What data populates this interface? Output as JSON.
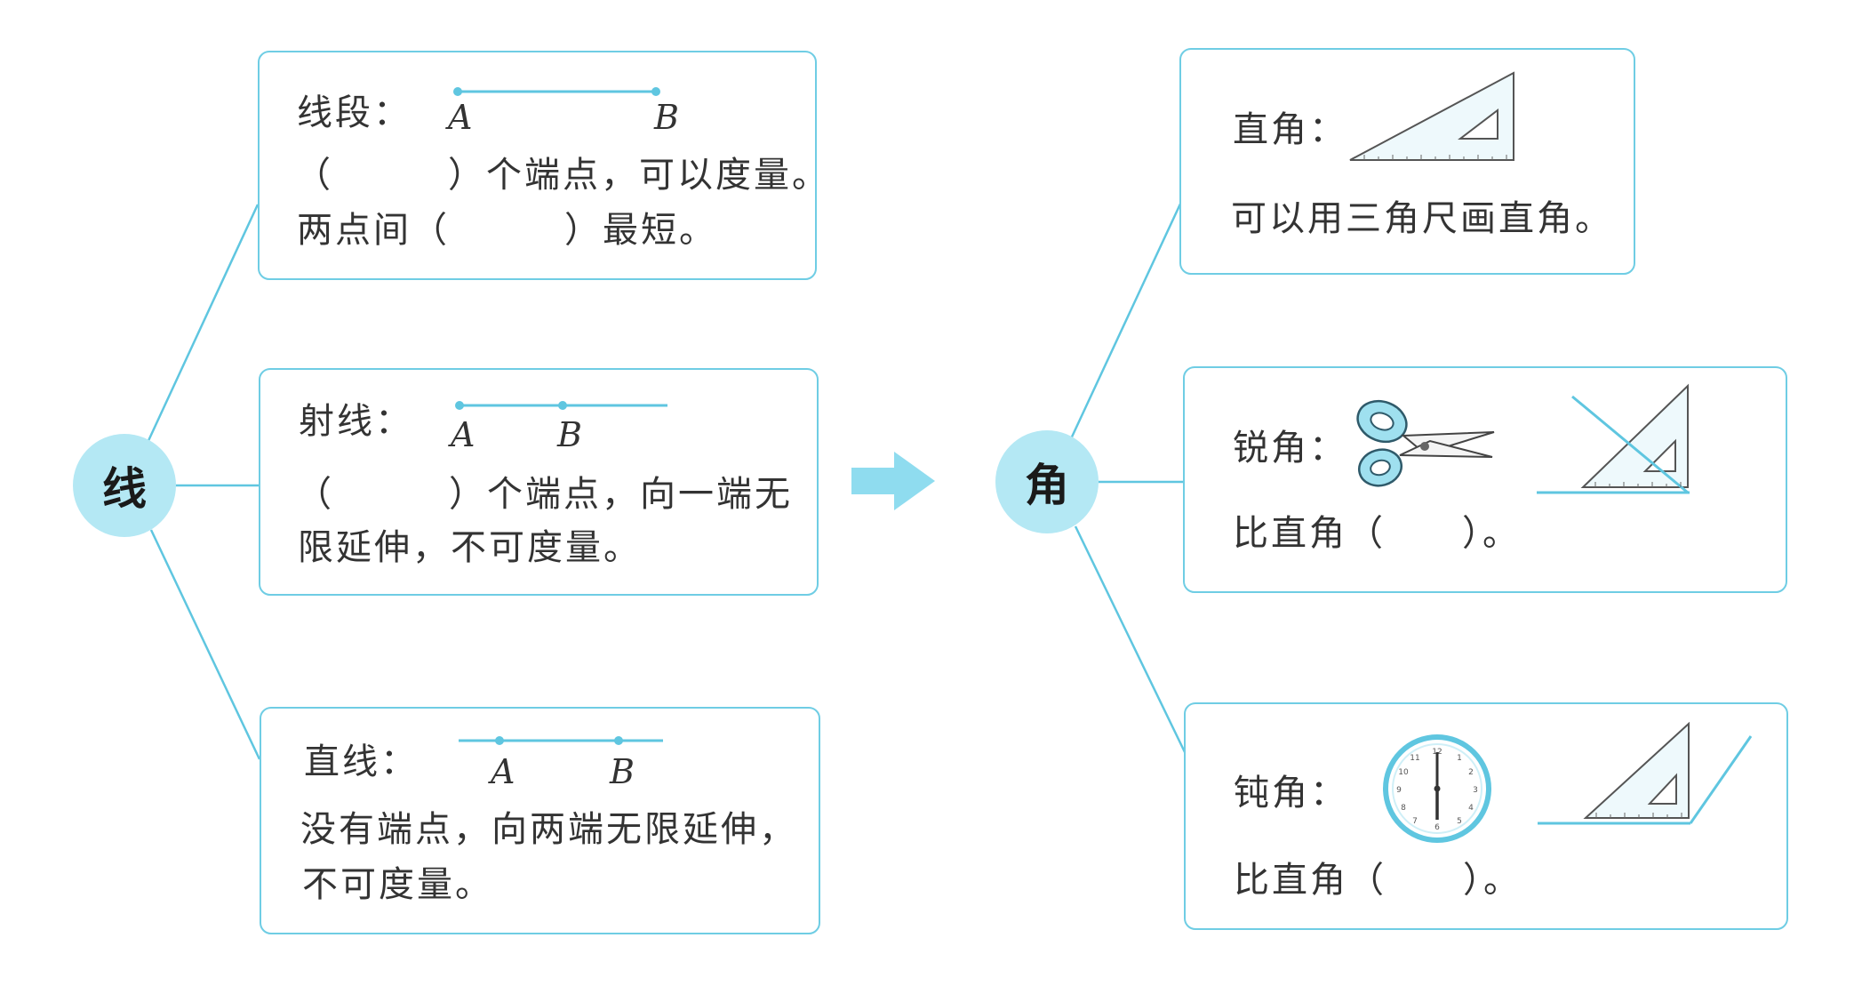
{
  "left_hub": {
    "label": "线",
    "cards": [
      {
        "title": "线段：",
        "point_a": "A",
        "point_b": "B",
        "line1": "（　　　）个端点，可以度量。",
        "line2": "两点间（　　　）最短。"
      },
      {
        "title": "射线：",
        "point_a": "A",
        "point_b": "B",
        "line1": "（　　　）个端点，向一端无",
        "line2": "限延伸，不可度量。"
      },
      {
        "title": "直线：",
        "point_a": "A",
        "point_b": "B",
        "line1": "没有端点，向两端无限延伸，",
        "line2": "不可度量。"
      }
    ]
  },
  "right_hub": {
    "label": "角",
    "cards": [
      {
        "title": "直角：",
        "line1": "可以用三角尺画直角。",
        "images": [
          "set-square-icon"
        ]
      },
      {
        "title": "锐角：",
        "line1": "比直角（　　）。",
        "images": [
          "scissors-icon",
          "set-square-acute-icon"
        ]
      },
      {
        "title": "钝角：",
        "line1": "比直角（　　）。",
        "images": [
          "clock-icon",
          "set-square-obtuse-icon"
        ]
      }
    ]
  },
  "colors": {
    "accent": "#5fc6e0",
    "hub_fill": "#b4e8f4",
    "card_border": "#6fcde4",
    "text": "#333333"
  }
}
